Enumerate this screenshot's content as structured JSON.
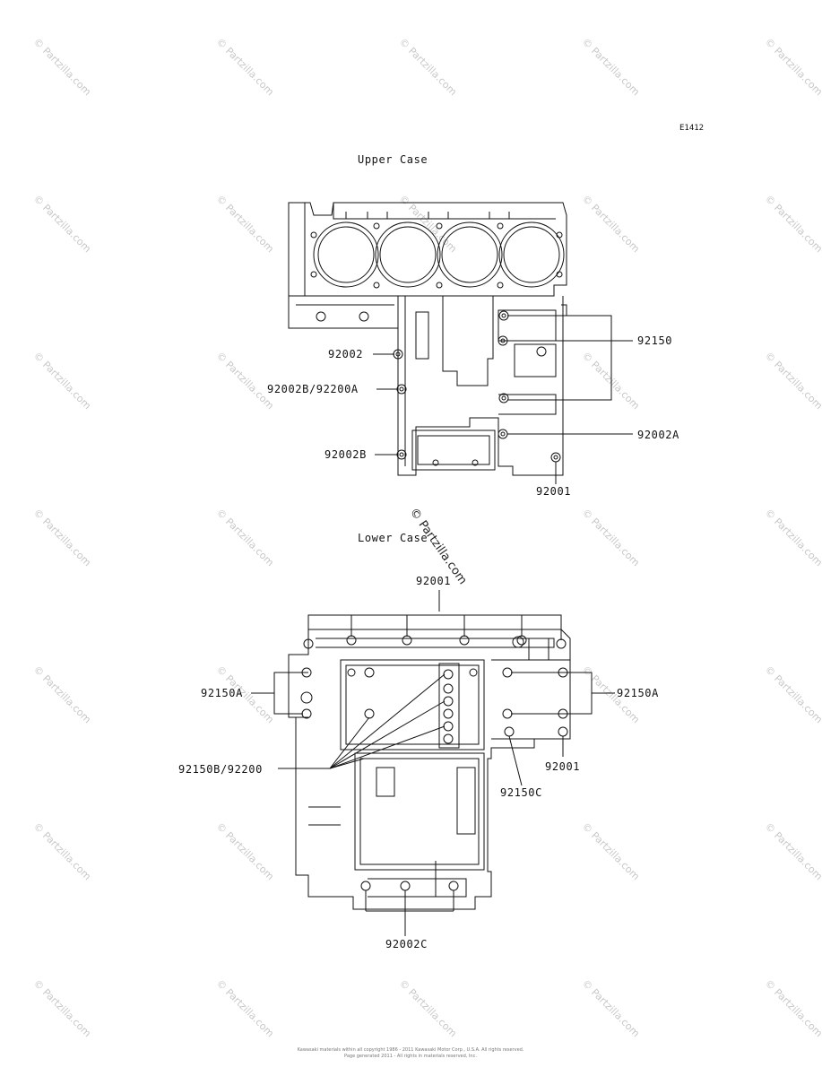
{
  "diagram_code": "E1412",
  "upper_case": {
    "title": "Upper Case",
    "callouts": [
      "92002",
      "92002B/92200A",
      "92002B",
      "92150",
      "92002A",
      "92001"
    ]
  },
  "lower_case": {
    "title": "Lower Case",
    "callouts": [
      "92001",
      "92150A",
      "92150B/92200",
      "92150A",
      "92001",
      "92150C",
      "92002C"
    ]
  },
  "watermark": {
    "text": "© Partzilla.com",
    "color": "#c8c8c8"
  },
  "footer": {
    "line1": "Kawasaki materials within all copyright 1986 - 2011 Kawasaki Motor Corp., U.S.A. All rights reserved.",
    "line2": "Page generated 2011 - All rights in materials reserved, Inc."
  }
}
